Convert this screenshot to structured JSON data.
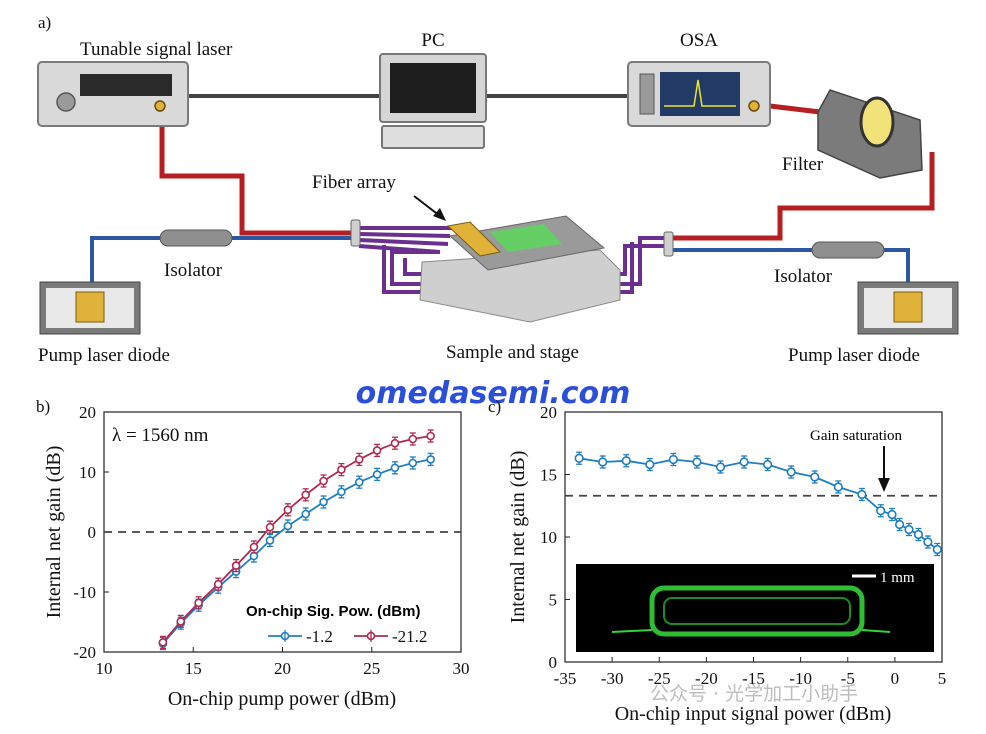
{
  "panel_a": {
    "label": "a)",
    "components": {
      "tunable_laser": "Tunable signal laser",
      "pc": "PC",
      "osa": "OSA",
      "filter": "Filter",
      "fiber_array": "Fiber array",
      "isolator_left": "Isolator",
      "isolator_right": "Isolator",
      "pump_left": "Pump laser diode",
      "pump_right": "Pump laser diode",
      "sample_stage": "Sample and stage"
    }
  },
  "watermark": "omedasemi.com",
  "wechat_watermark": "公众号 · 光学加工小助手",
  "chart_data": [
    {
      "panel_label": "b)",
      "type": "line",
      "xlabel": "On-chip pump power (dBm)",
      "ylabel": "Internal net gain (dB)",
      "xlim": [
        10,
        30
      ],
      "ylim": [
        -20,
        20
      ],
      "xticks": [
        "10",
        "15",
        "20",
        "25",
        "30"
      ],
      "yticks": [
        "20",
        "10",
        "0",
        "-10",
        "-20"
      ],
      "annotation": "λ = 1560 nm",
      "legend_title": "On-chip Sig. Pow. (dBm)",
      "legend_position": "bottom-right",
      "reference_line_y": 0,
      "x": [
        13.3,
        14.3,
        15.3,
        16.4,
        17.4,
        18.4,
        19.3,
        20.3,
        21.3,
        22.3,
        23.3,
        24.3,
        25.3,
        26.3,
        27.3,
        28.3
      ],
      "series": [
        {
          "name": "-1.2",
          "color": "#1f7ec1",
          "values": [
            -18.6,
            -15.2,
            -12.2,
            -9.2,
            -6.6,
            -4.0,
            -1.4,
            1.0,
            3.0,
            5.0,
            6.7,
            8.3,
            9.6,
            10.7,
            11.5,
            12.1
          ]
        },
        {
          "name": "-21.2",
          "color": "#b02a4e",
          "values": [
            -18.4,
            -14.9,
            -11.8,
            -8.7,
            -5.6,
            -2.5,
            0.8,
            3.7,
            6.2,
            8.5,
            10.4,
            12.1,
            13.6,
            14.8,
            15.5,
            16.0
          ]
        }
      ]
    },
    {
      "panel_label": "c)",
      "type": "line",
      "xlabel": "On-chip input signal power (dBm)",
      "ylabel": "Internal net gain (dB)",
      "xlim": [
        -35,
        5
      ],
      "ylim": [
        0,
        20
      ],
      "xticks": [
        "-35",
        "-30",
        "-25",
        "-20",
        "-15",
        "-10",
        "-5",
        "0",
        "5"
      ],
      "yticks": [
        "20",
        "15",
        "10",
        "5",
        "0"
      ],
      "annotation": "Gain saturation",
      "reference_line_y": 13.3,
      "inset_scale": "1 mm",
      "series": [
        {
          "name": "",
          "color": "#1f7ec1",
          "x": [
            -33.5,
            -31,
            -28.5,
            -26,
            -23.5,
            -21,
            -18.5,
            -16,
            -13.5,
            -11,
            -8.5,
            -6,
            -3.5,
            -1.5,
            -0.3,
            0.5,
            1.5,
            2.5,
            3.5,
            4.5
          ],
          "values": [
            16.3,
            16.0,
            16.1,
            15.8,
            16.2,
            16.0,
            15.6,
            16.0,
            15.8,
            15.2,
            14.8,
            14.0,
            13.4,
            12.1,
            11.8,
            11.0,
            10.6,
            10.2,
            9.6,
            9.0
          ]
        }
      ]
    }
  ]
}
